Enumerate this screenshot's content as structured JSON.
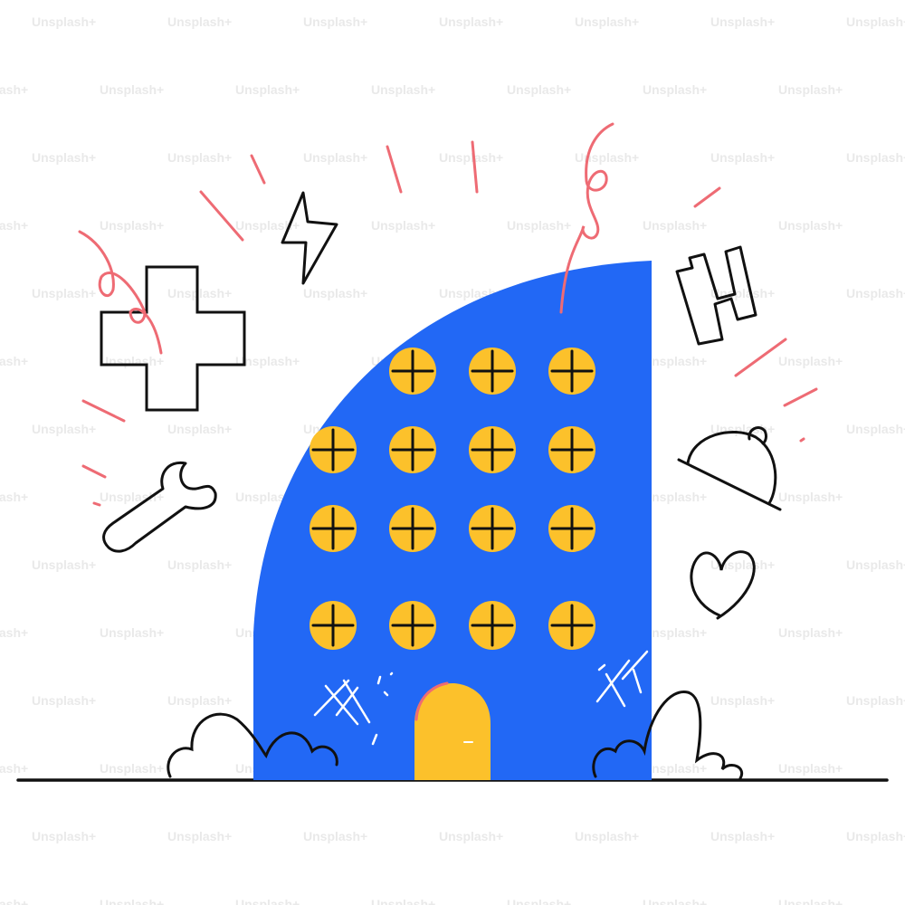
{
  "image": {
    "subject": "Illustration of a blue quarter-circle hotel building with yellow round windows, surrounded by doodle icons",
    "watermark": "Unsplash+",
    "colors": {
      "background": "#ffffff",
      "building": "#2268f5",
      "windows": "#fcc12b",
      "door": "#fcc12b",
      "accent": "#ee6b74",
      "ink": "#111111",
      "watermark": "#e0e0e0"
    },
    "windows": {
      "rows": 4,
      "top_row_count": 3,
      "other_row_count": 4
    },
    "icons": [
      "medical-cross-icon",
      "lightning-icon",
      "wrench-icon",
      "hotel-h-icon",
      "cloche-icon",
      "heart-icon"
    ]
  },
  "watermarks": {
    "text": "Unsplash+"
  }
}
